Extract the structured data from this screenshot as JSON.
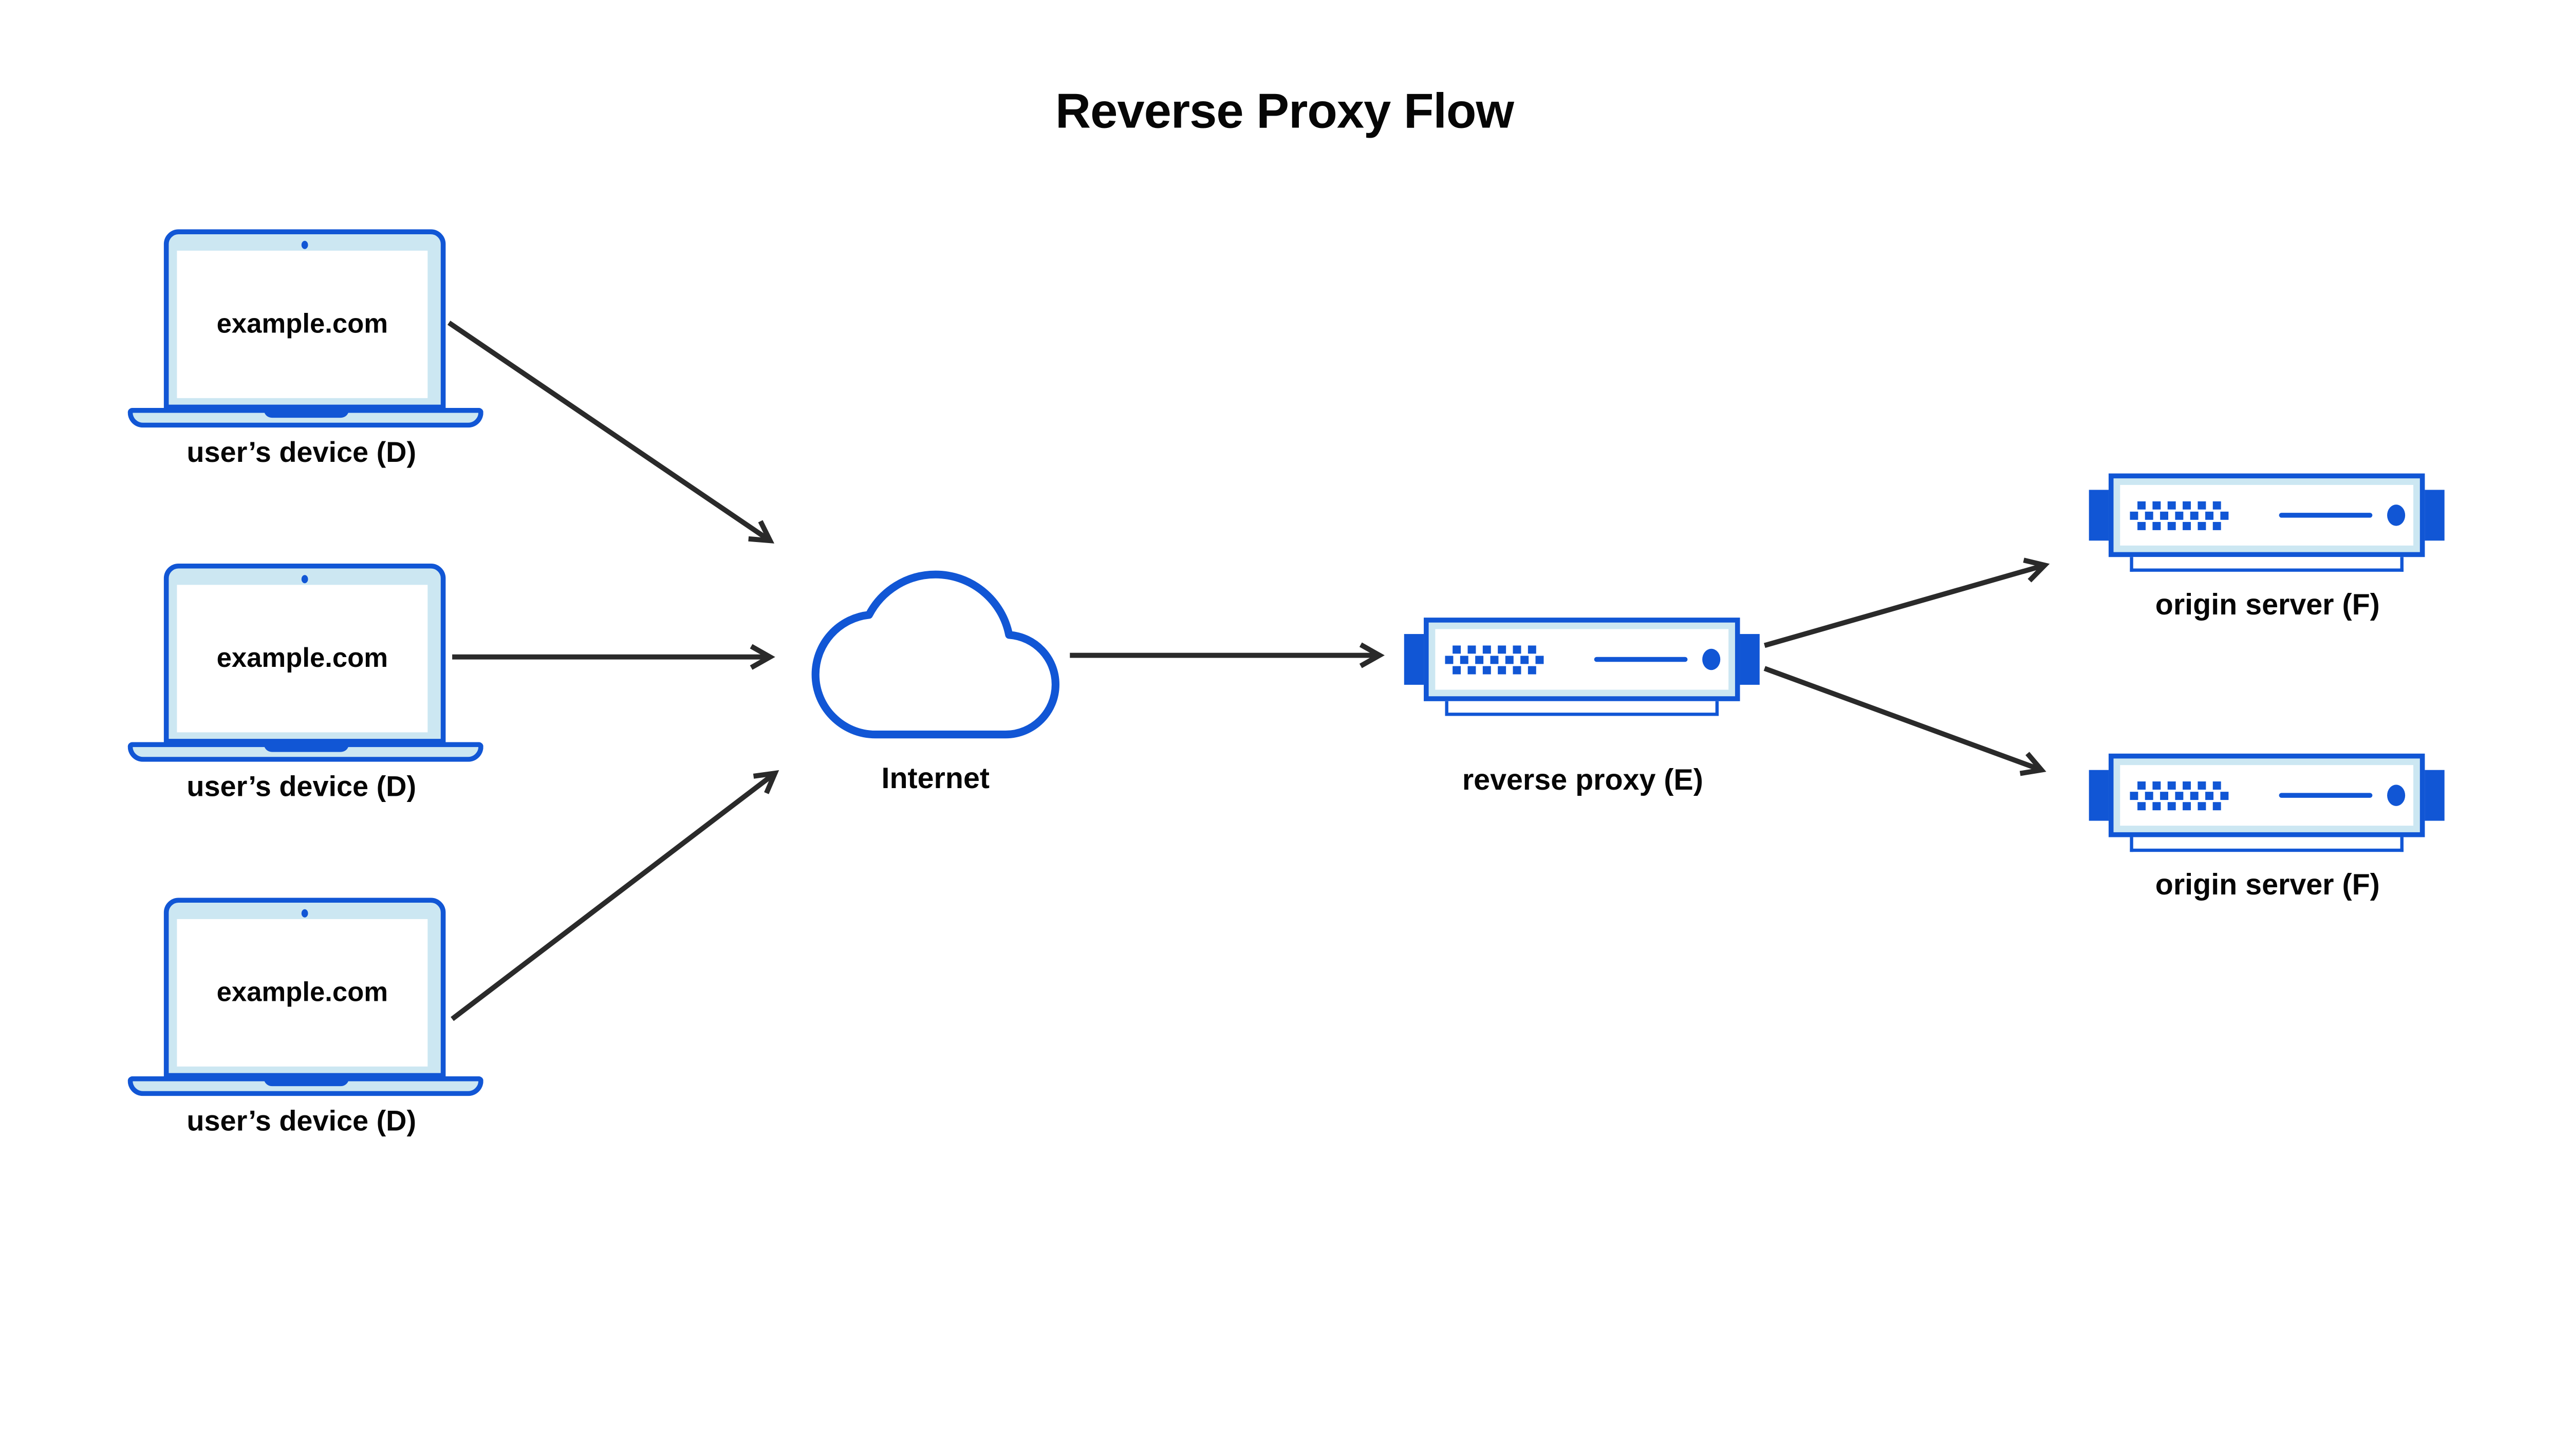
{
  "title": "Reverse Proxy Flow",
  "devices": [
    {
      "screen_text": "example.com",
      "label": "user’s device (D)"
    },
    {
      "screen_text": "example.com",
      "label": "user’s device (D)"
    },
    {
      "screen_text": "example.com",
      "label": "user’s device (D)"
    }
  ],
  "internet": {
    "label": "Internet"
  },
  "proxy": {
    "label": "reverse proxy (E)"
  },
  "origins": [
    {
      "label": "origin server (F)"
    },
    {
      "label": "origin server (F)"
    }
  ],
  "icons": {
    "device": "laptop-icon",
    "internet": "cloud-icon",
    "proxy": "server-icon",
    "origin": "server-icon",
    "connection": "arrow-line"
  },
  "colors": {
    "accent_blue": "#1156d5",
    "light_blue_fill": "#cce7f2",
    "arrow": "#2a2a2a",
    "text": "#060606",
    "background": "#ffffff"
  }
}
